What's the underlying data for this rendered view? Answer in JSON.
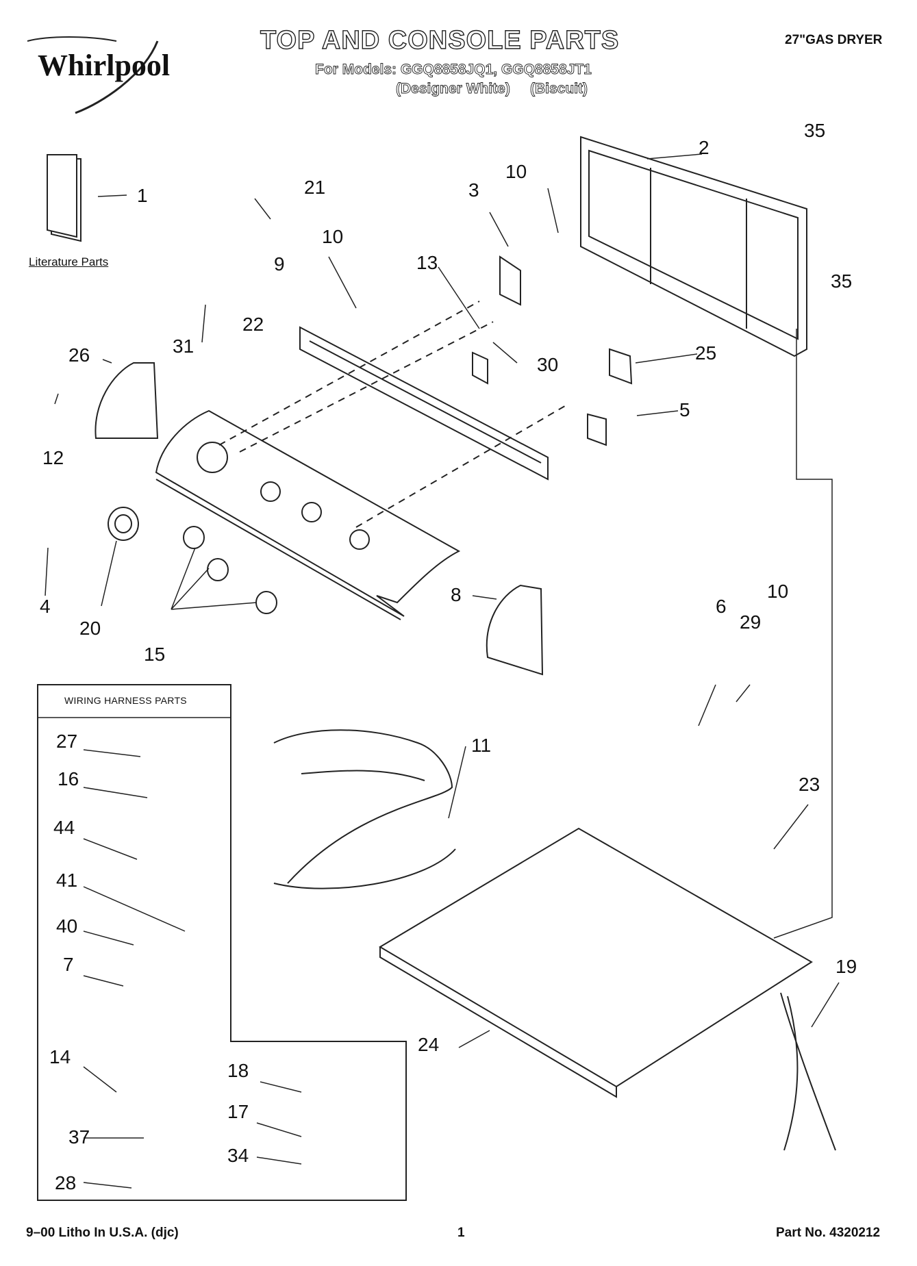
{
  "header": {
    "brand": "Whirlpool",
    "title": "TOP AND CONSOLE PARTS",
    "models_line": "For Models: GGQ8858JQ1, GGQ8858JT1",
    "variants_line": "(Designer White)     (Biscuit)",
    "product": "27\"GAS DRYER"
  },
  "labels": {
    "literature": "Literature Parts",
    "wiring_box": "WIRING HARNESS PARTS"
  },
  "callouts": [
    {
      "id": "c1",
      "text": "1"
    },
    {
      "id": "c2",
      "text": "2"
    },
    {
      "id": "c3",
      "text": "3"
    },
    {
      "id": "c4",
      "text": "4"
    },
    {
      "id": "c5",
      "text": "5"
    },
    {
      "id": "c6",
      "text": "6"
    },
    {
      "id": "c7",
      "text": "7"
    },
    {
      "id": "c8",
      "text": "8"
    },
    {
      "id": "c9",
      "text": "9"
    },
    {
      "id": "c10a",
      "text": "10"
    },
    {
      "id": "c10b",
      "text": "10"
    },
    {
      "id": "c10c",
      "text": "10"
    },
    {
      "id": "c11",
      "text": "11"
    },
    {
      "id": "c12",
      "text": "12"
    },
    {
      "id": "c13",
      "text": "13"
    },
    {
      "id": "c14",
      "text": "14"
    },
    {
      "id": "c15",
      "text": "15"
    },
    {
      "id": "c16",
      "text": "16"
    },
    {
      "id": "c17",
      "text": "17"
    },
    {
      "id": "c18",
      "text": "18"
    },
    {
      "id": "c19",
      "text": "19"
    },
    {
      "id": "c20",
      "text": "20"
    },
    {
      "id": "c21",
      "text": "21"
    },
    {
      "id": "c22",
      "text": "22"
    },
    {
      "id": "c23",
      "text": "23"
    },
    {
      "id": "c24",
      "text": "24"
    },
    {
      "id": "c25",
      "text": "25"
    },
    {
      "id": "c26",
      "text": "26"
    },
    {
      "id": "c27",
      "text": "27"
    },
    {
      "id": "c28",
      "text": "28"
    },
    {
      "id": "c29",
      "text": "29"
    },
    {
      "id": "c30",
      "text": "30"
    },
    {
      "id": "c31",
      "text": "31"
    },
    {
      "id": "c34",
      "text": "34"
    },
    {
      "id": "c35a",
      "text": "35"
    },
    {
      "id": "c35b",
      "text": "35"
    },
    {
      "id": "c37",
      "text": "37"
    },
    {
      "id": "c40",
      "text": "40"
    },
    {
      "id": "c41",
      "text": "41"
    },
    {
      "id": "c44",
      "text": "44"
    }
  ],
  "footer": {
    "left": "9–00 Litho In U.S.A. (djc)",
    "page": "1",
    "part": "Part No. 4320212"
  }
}
